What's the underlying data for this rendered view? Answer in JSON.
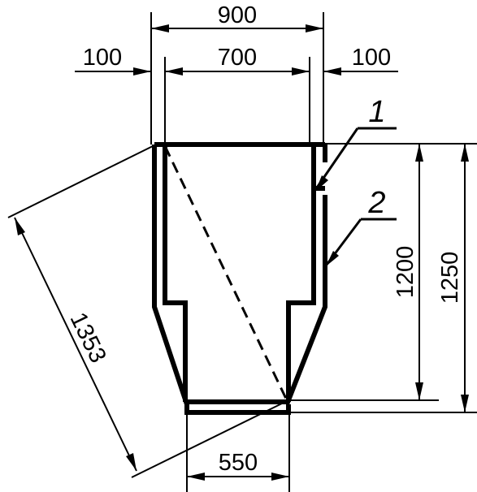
{
  "dimensions": {
    "top_total": "900",
    "left_offset": "100",
    "inner_width": "700",
    "right_offset": "100",
    "inner_height": "1200",
    "outer_height": "1250",
    "diagonal": "1353",
    "bottom_width": "550"
  },
  "leaders": {
    "label_1": "1",
    "label_2": "2"
  },
  "colors": {
    "ink": "#000000",
    "paper": "#ffffff"
  }
}
